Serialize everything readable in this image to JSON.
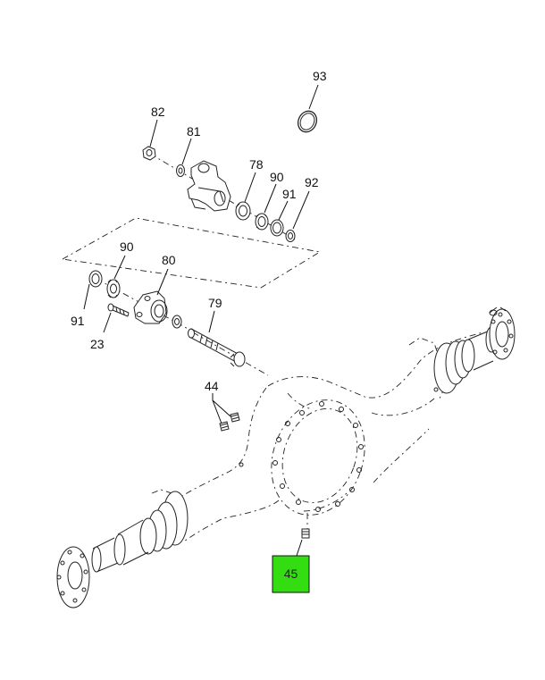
{
  "callouts": {
    "c93": "93",
    "c82": "82",
    "c81": "81",
    "c78": "78",
    "c90a": "90",
    "c91a": "91",
    "c92": "92",
    "c90b": "90",
    "c80": "80",
    "c91b": "91",
    "c23": "23",
    "c79": "79",
    "c44": "44"
  },
  "highlighted_part": {
    "label": "45",
    "color": "#33dd11"
  }
}
